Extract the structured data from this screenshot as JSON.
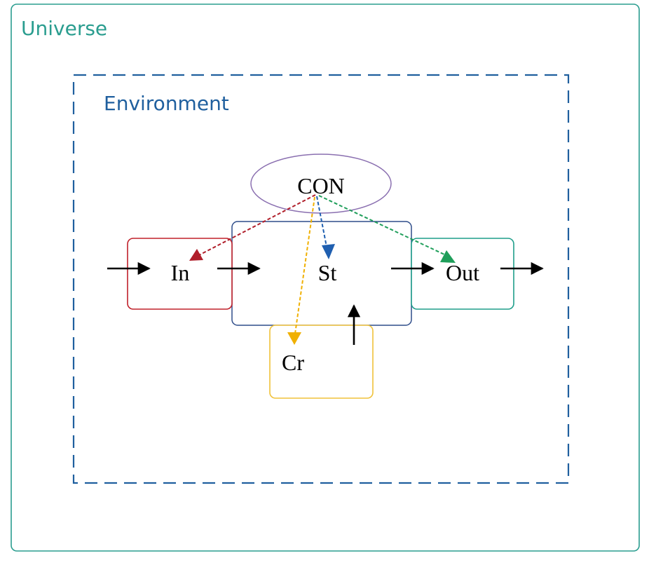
{
  "diagram": {
    "universe_label": "Universe",
    "environment_label": "Environment",
    "con_label": "CON",
    "input_label": "In",
    "state_label": "St",
    "output_label": "Out",
    "creation_label": "Cr"
  },
  "colors": {
    "universe": "#2a9d8f",
    "environment": "#1f5f9e",
    "con": "#8a6fb0",
    "input": "#c0202a",
    "state": "#2f4d8a",
    "output": "#1f9e8a",
    "creation": "#f0c23a",
    "flow_arrow": "#000000",
    "con_to_input": "#b01e2a",
    "con_to_state": "#1f5fb0",
    "con_to_output": "#1f9e5a",
    "con_to_creation": "#f0b000"
  }
}
